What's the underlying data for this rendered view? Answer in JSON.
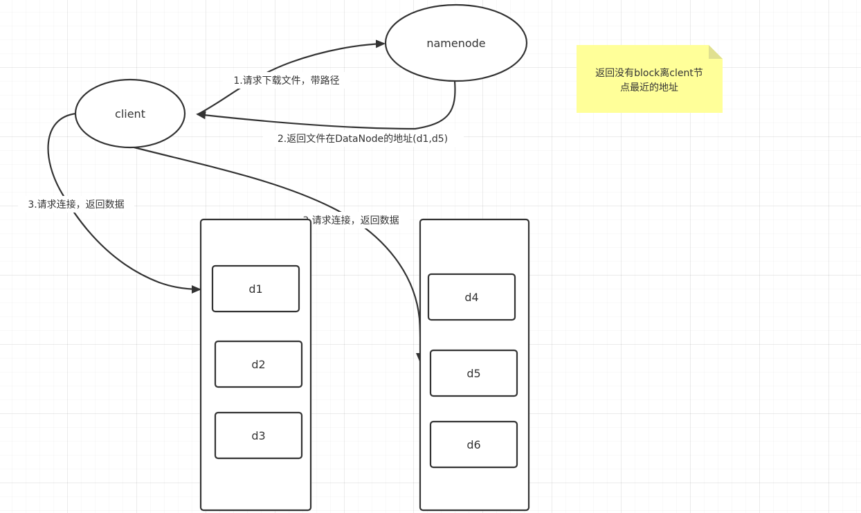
{
  "nodes": {
    "client": "client",
    "namenode": "namenode",
    "blocks": {
      "d1": "d1",
      "d2": "d2",
      "d3": "d3",
      "d4": "d4",
      "d5": "d5",
      "d6": "d6"
    }
  },
  "edges": {
    "request_download": "1.请求下载文件，带路径",
    "return_address": "2.返回文件在DataNode的地址(d1,d5)",
    "connect_left": "3.请求连接，返回数据",
    "connect_right": "3.请求连接，返回数据"
  },
  "note": {
    "line1": "返回没有block离clent节",
    "line2": "点最近的地址"
  },
  "colors": {
    "stroke": "#333333",
    "note_fill": "#ffff99",
    "note_fold": "#e0e090",
    "grid": "#e8e8e8"
  }
}
